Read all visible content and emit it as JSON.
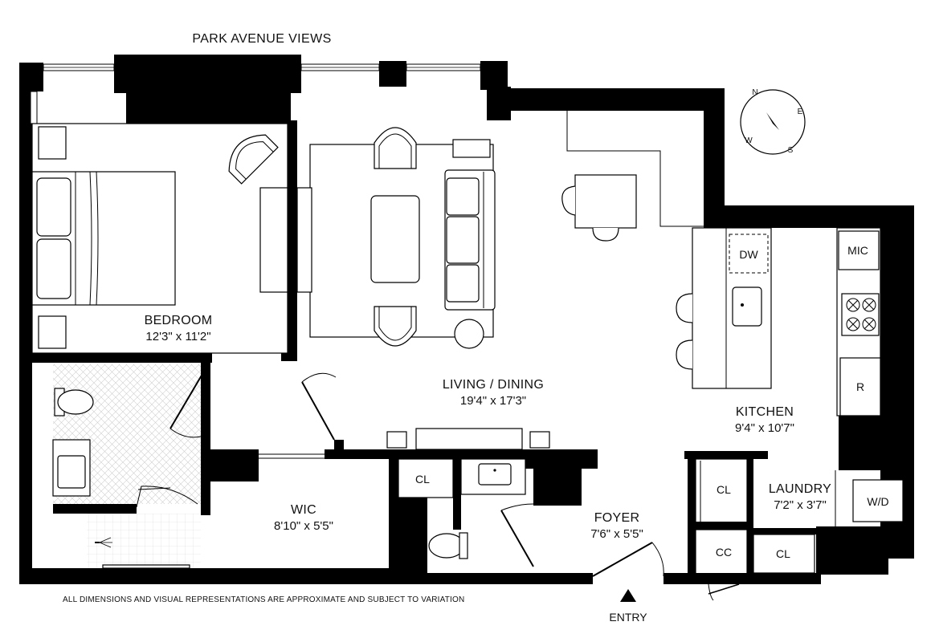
{
  "top_label": "PARK AVENUE VIEWS",
  "rooms": {
    "bedroom": {
      "name": "BEDROOM",
      "dims": "12'3\" x 11'2\""
    },
    "living": {
      "name": "LIVING / DINING",
      "dims": "19'4\" x 17'3\""
    },
    "kitchen": {
      "name": "KITCHEN",
      "dims": "9'4\" x 10'7\""
    },
    "wic": {
      "name": "WIC",
      "dims": "8'10\" x 5'5\""
    },
    "foyer": {
      "name": "FOYER",
      "dims": "7'6\" x 5'5\""
    },
    "laundry": {
      "name": "LAUNDRY",
      "dims": "7'2\" x 3'7\""
    }
  },
  "fixtures": {
    "dw": "DW",
    "mic": "MIC",
    "r": "R",
    "wd": "W/D",
    "cl_wic": "CL",
    "cl_laundry": "CL",
    "cl_bottom": "CL",
    "cc": "CC"
  },
  "compass": {
    "n": "N",
    "e": "E",
    "s": "S",
    "w": "W"
  },
  "entry_label": "ENTRY",
  "disclaimer": "ALL DIMENSIONS AND VISUAL REPRESENTATIONS ARE APPROXIMATE AND SUBJECT TO VARIATION"
}
